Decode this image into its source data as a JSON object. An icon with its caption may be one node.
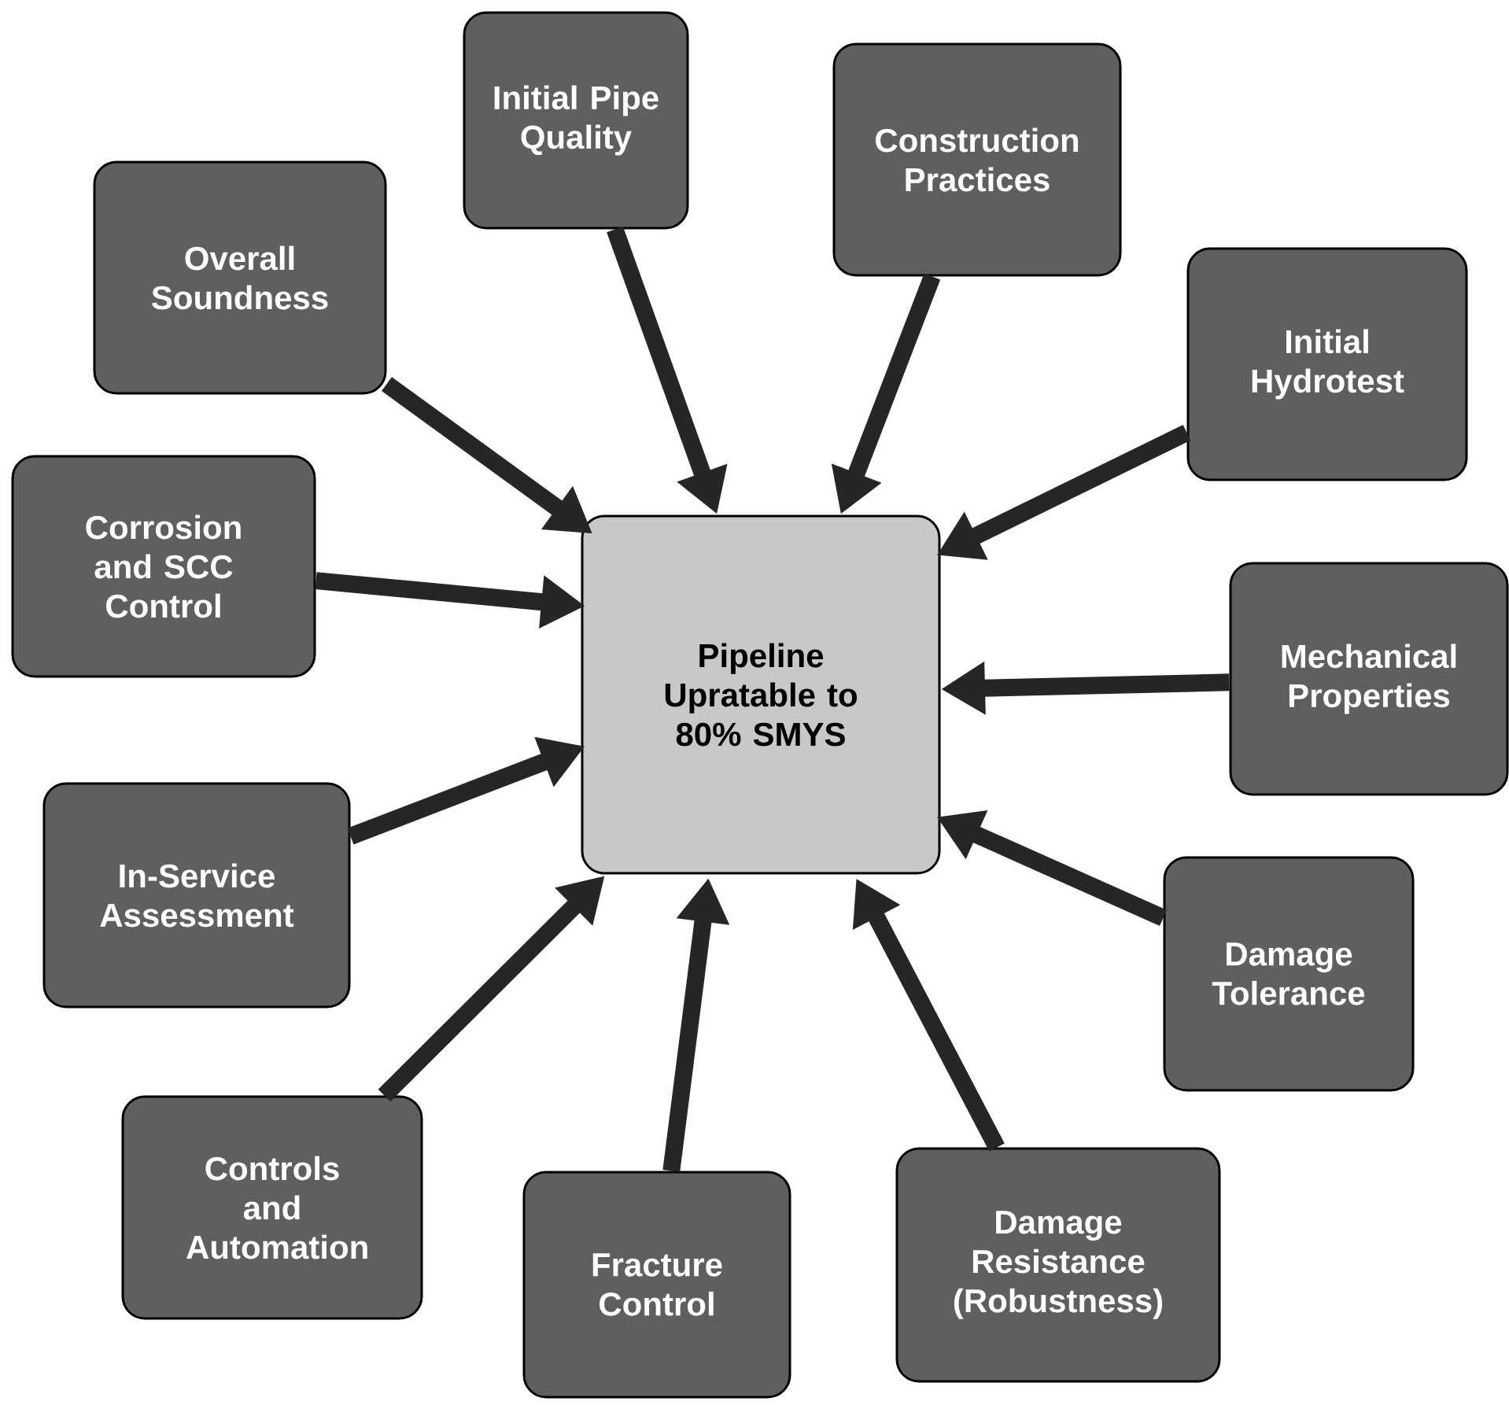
{
  "diagram": {
    "nodes": [
      {
        "text": [
          "Initial Pipe Quality"
        ]
      },
      {
        "text": [
          "Construction Practices"
        ]
      },
      {
        "text": [
          "Overall Soundness"
        ]
      },
      {
        "text": [
          "Initial Hydrotest"
        ]
      },
      {
        "text": [
          "Corrosion and SCC Control"
        ]
      },
      {
        "text": [
          "Pipeline Upratable to 80% SMYS"
        ]
      },
      {
        "text": [
          "Mechanical Properties"
        ]
      },
      {
        "text": [
          "In-Service Assessment"
        ]
      },
      {
        "text": [
          "Damage Tolerance"
        ]
      },
      {
        "text": [
          "Controls and Automation"
        ]
      },
      {
        "text": [
          "Damage Resistance (Robustness)"
        ]
      },
      {
        "text": [
          "Fracture Control"
        ]
      }
    ],
    "edges": [
      {
        "from": 0,
        "to": 5,
        "arrow": "to"
      },
      {
        "from": 1,
        "to": 5,
        "arrow": "to"
      },
      {
        "from": 2,
        "to": 5,
        "arrow": "to"
      },
      {
        "from": 3,
        "to": 5,
        "arrow": "to"
      },
      {
        "from": 4,
        "to": 5,
        "arrow": "to"
      },
      {
        "from": 6,
        "to": 5,
        "arrow": "to"
      },
      {
        "from": 7,
        "to": 5,
        "arrow": "to"
      },
      {
        "from": 8,
        "to": 5,
        "arrow": "to"
      },
      {
        "from": 9,
        "to": 5,
        "arrow": "to"
      },
      {
        "from": 10,
        "to": 5,
        "arrow": "to"
      },
      {
        "from": 11,
        "to": 5,
        "arrow": "to"
      }
    ]
  }
}
